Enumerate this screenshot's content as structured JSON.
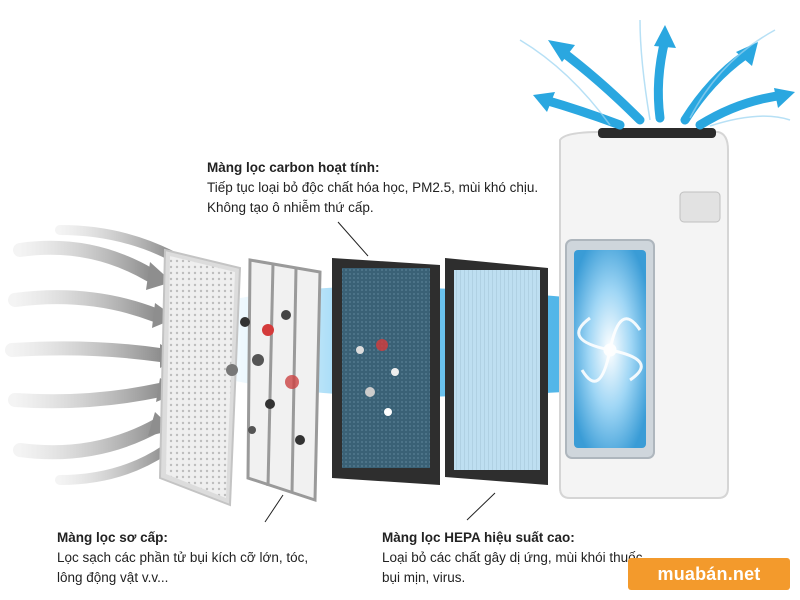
{
  "captions": {
    "carbon": {
      "heading": "Màng lọc carbon hoạt tính:",
      "lines": [
        "Tiếp tục loại bỏ độc chất hóa học, PM2.5, mùi khó chịu.",
        "Không tạo ô nhiễm thứ cấp."
      ]
    },
    "primary": {
      "heading": "Màng lọc sơ cấp:",
      "lines": [
        "Lọc sạch các phần tử bụi kích cỡ lớn, tóc,",
        "lông động vật v.v..."
      ]
    },
    "hepa": {
      "heading": "Màng lọc HEPA hiệu suất cao:",
      "lines": [
        "Loại bỏ các chất gây dị ứng, mùi khói thuốc,",
        "bụi mịn, virus."
      ]
    }
  },
  "watermark": {
    "text": "muabán.net",
    "color": "#f39a2c"
  },
  "colors": {
    "airflow_in": "#9a9a9a",
    "airflow_out": "#2aa7e0",
    "carbon_frame": "#2e2e2e",
    "purifier_body": "#f4f4f4"
  },
  "icons": [
    "airflow-in-arrows-icon",
    "airflow-out-arrows-icon",
    "fan-swirl-icon"
  ]
}
